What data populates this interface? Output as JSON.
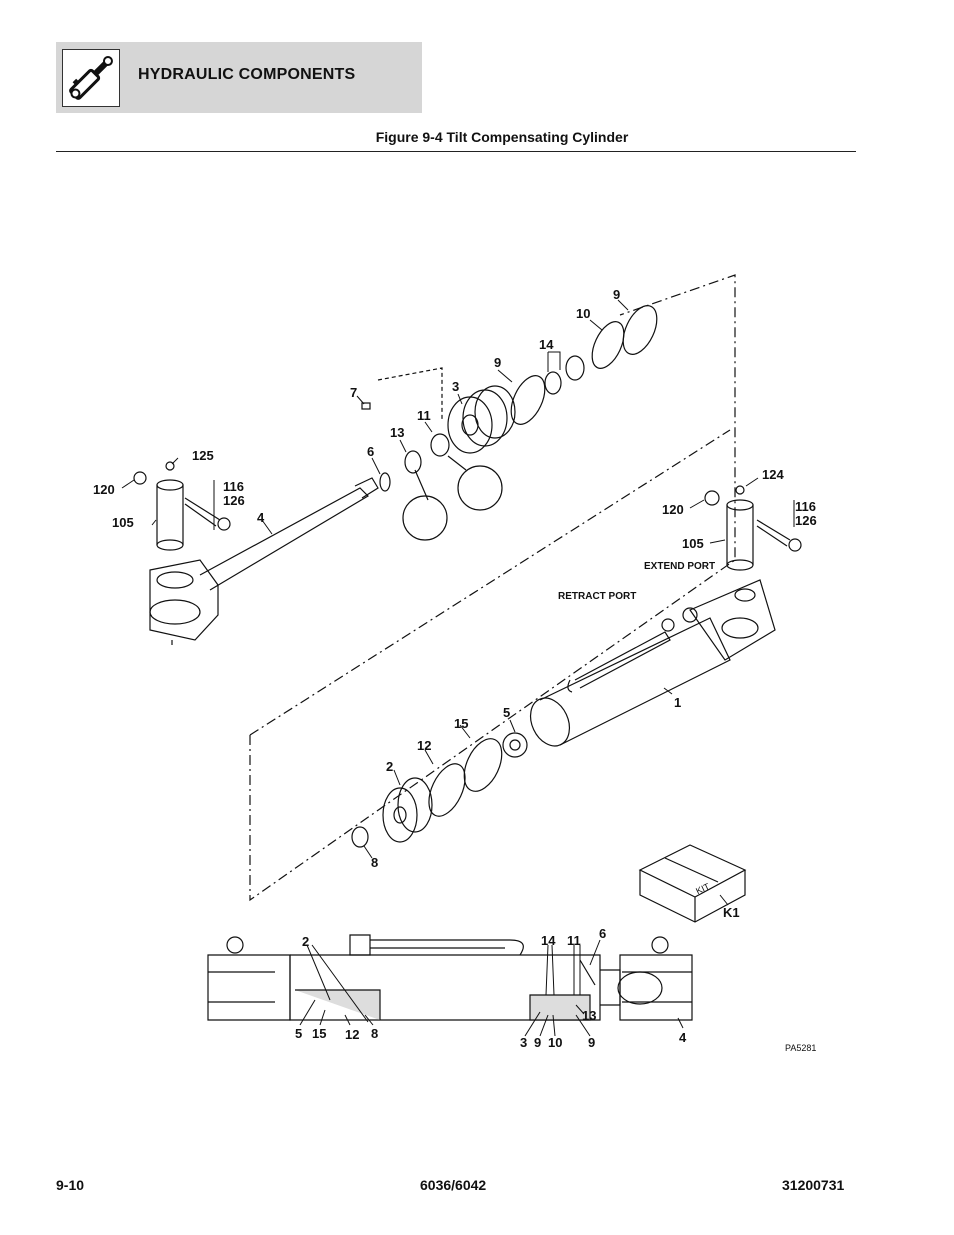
{
  "header": {
    "title": "HYDRAULIC COMPONENTS",
    "icon": "hydraulic-cylinder-icon"
  },
  "figure": {
    "title": "Figure 9-4 Tilt Compensating Cylinder"
  },
  "callouts": {
    "c9a": "9",
    "c10a": "10",
    "c14a": "14",
    "c9b": "9",
    "c3": "3",
    "c7": "7",
    "c11": "11",
    "c13": "13",
    "c6": "6",
    "c125": "125",
    "c120a": "120",
    "c116a": "116",
    "c126a": "126",
    "c105a": "105",
    "c4a": "4",
    "c124": "124",
    "c120b": "120",
    "c116b": "116",
    "c126b": "126",
    "c105b": "105",
    "extend_port": "EXTEND PORT",
    "retract_port": "RETRACT PORT",
    "c1": "1",
    "c5": "5",
    "c15": "15",
    "c12": "12",
    "c2": "2",
    "c8": "8",
    "kit": "KIT",
    "k1": "K1",
    "s2": "2",
    "s14": "14",
    "s11": "11",
    "s6": "6",
    "s13": "13",
    "s5": "5",
    "s15": "15",
    "s12": "12",
    "s8": "8",
    "s3": "3",
    "s9a": "9",
    "s10": "10",
    "s9b": "9",
    "s4": "4",
    "drawing_id": "PA5281"
  },
  "footer": {
    "page": "9-10",
    "model": "6036/6042",
    "doc_number": "31200731"
  }
}
